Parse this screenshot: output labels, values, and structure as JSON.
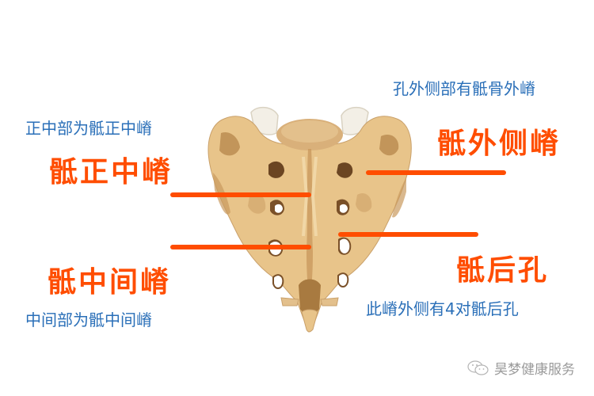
{
  "colors": {
    "background": "#ffffff",
    "label_title": "#ff4d00",
    "label_description": "#2a6fb8",
    "leader_line": "#ff4d00",
    "bone_base": "#e8c48a",
    "bone_shadow": "#b88a4e",
    "bone_dark": "#6b4522",
    "watermark": "#9a9a9a"
  },
  "figure": {
    "subject": "sacrum-posterior-view",
    "labels": [
      {
        "id": "median-sacral-crest",
        "title": "骶正中嵴",
        "description": "正中部为骶正中嵴"
      },
      {
        "id": "lateral-sacral-crest",
        "title": "骶外侧嵴",
        "description": "孔外侧部有骶骨外嵴"
      },
      {
        "id": "intermediate-sacral-crest",
        "title": "骶中间嵴",
        "description": "中间部为骶中间嵴"
      },
      {
        "id": "posterior-sacral-foramina",
        "title": "骶后孔",
        "description": "此嵴外侧有4对骶后孔"
      }
    ]
  },
  "watermark": {
    "icon": "wechat-icon",
    "text": "昊梦健康服务"
  }
}
